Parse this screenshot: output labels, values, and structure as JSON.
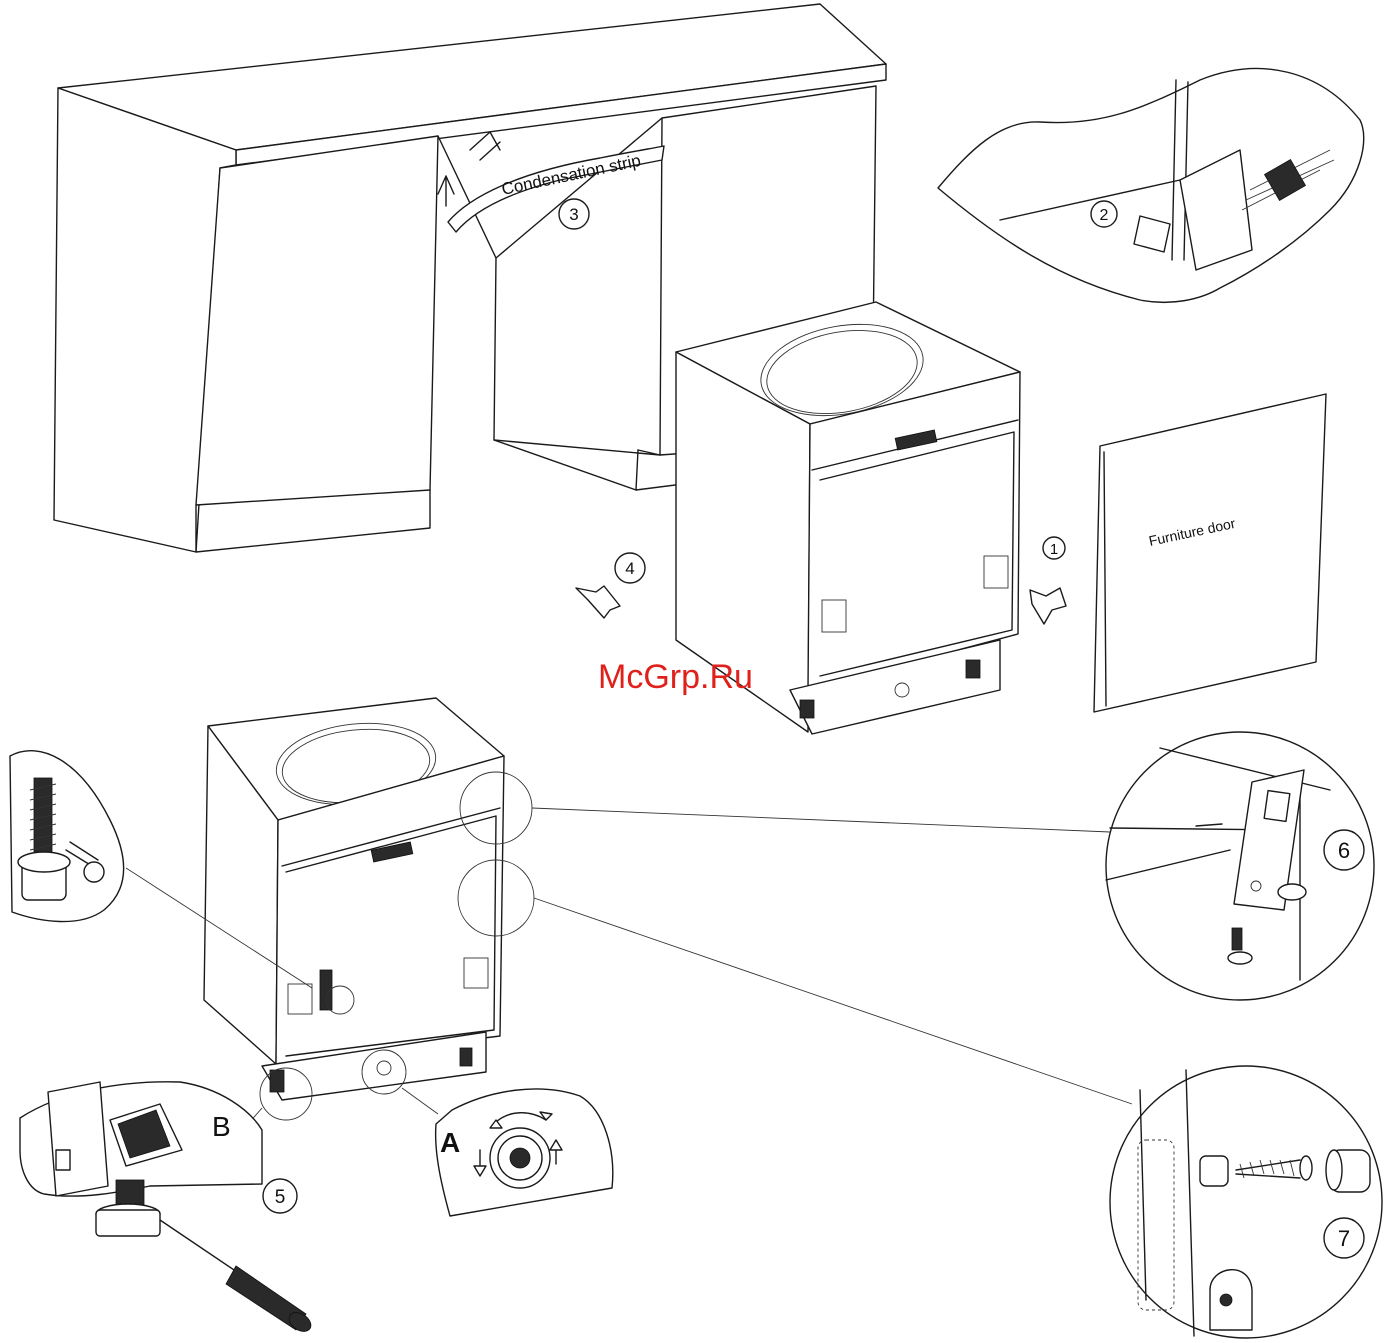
{
  "labels": {
    "condensation_strip": "Condensation strip",
    "furniture_door": "Furniture door",
    "watermark": "McGrp.Ru",
    "letter_a": "A",
    "letter_b": "B"
  },
  "steps": {
    "s1": "1",
    "s2": "2",
    "s3": "3",
    "s4": "4",
    "s5": "5",
    "s6": "6",
    "s7": "7"
  },
  "colors": {
    "line": "#1a1a1a",
    "watermark": "#e0201b",
    "background": "#ffffff"
  }
}
